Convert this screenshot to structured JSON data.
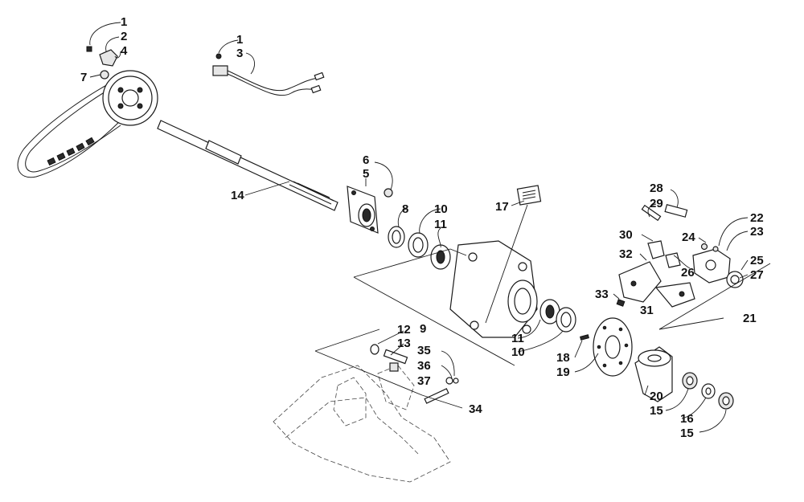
{
  "callouts": [
    {
      "id": "c1a",
      "text": "1"
    },
    {
      "id": "c2",
      "text": "2"
    },
    {
      "id": "c4",
      "text": "4"
    },
    {
      "id": "c7",
      "text": "7"
    },
    {
      "id": "c1b",
      "text": "1"
    },
    {
      "id": "c3",
      "text": "3"
    },
    {
      "id": "c6",
      "text": "6"
    },
    {
      "id": "c5",
      "text": "5"
    },
    {
      "id": "c14",
      "text": "14"
    },
    {
      "id": "c8",
      "text": "8"
    },
    {
      "id": "c10a",
      "text": "10"
    },
    {
      "id": "c11a",
      "text": "11"
    },
    {
      "id": "c17",
      "text": "17"
    },
    {
      "id": "c9",
      "text": "9"
    },
    {
      "id": "c11b",
      "text": "11"
    },
    {
      "id": "c10b",
      "text": "10"
    },
    {
      "id": "c12",
      "text": "12"
    },
    {
      "id": "c13",
      "text": "13"
    },
    {
      "id": "c35",
      "text": "35"
    },
    {
      "id": "c36",
      "text": "36"
    },
    {
      "id": "c37",
      "text": "37"
    },
    {
      "id": "c34",
      "text": "34"
    },
    {
      "id": "c18",
      "text": "18"
    },
    {
      "id": "c19",
      "text": "19"
    },
    {
      "id": "c28",
      "text": "28"
    },
    {
      "id": "c29",
      "text": "29"
    },
    {
      "id": "c30",
      "text": "30"
    },
    {
      "id": "c32",
      "text": "32"
    },
    {
      "id": "c26",
      "text": "26"
    },
    {
      "id": "c33",
      "text": "33"
    },
    {
      "id": "c31",
      "text": "31"
    },
    {
      "id": "c22",
      "text": "22"
    },
    {
      "id": "c23",
      "text": "23"
    },
    {
      "id": "c24",
      "text": "24"
    },
    {
      "id": "c25",
      "text": "25"
    },
    {
      "id": "c27",
      "text": "27"
    },
    {
      "id": "c21",
      "text": "21"
    },
    {
      "id": "c20",
      "text": "20"
    },
    {
      "id": "c15a",
      "text": "15"
    },
    {
      "id": "c16",
      "text": "16"
    },
    {
      "id": "c15b",
      "text": "15"
    }
  ]
}
